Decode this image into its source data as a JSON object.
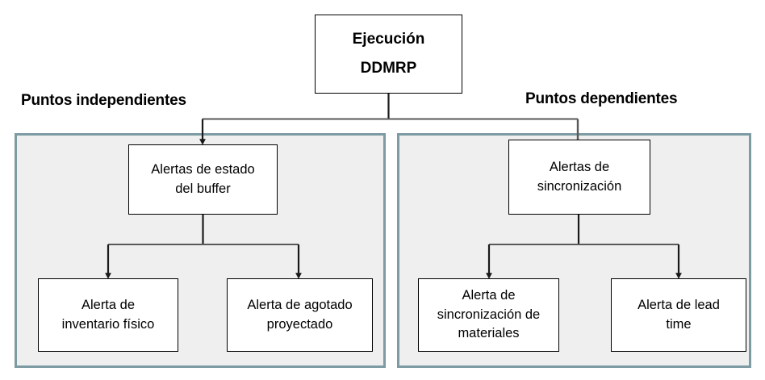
{
  "diagram": {
    "type": "flowchart",
    "root": {
      "label": "Ejecución\nDDMRP"
    },
    "groups": [
      {
        "id": "independientes",
        "title": "Puntos independientes",
        "parent": {
          "label": "Alertas de estado\ndel buffer"
        },
        "children": [
          {
            "label": "Alerta de\ninventario físico"
          },
          {
            "label": "Alerta de agotado\nproyectado"
          }
        ]
      },
      {
        "id": "dependientes",
        "title": "Puntos dependientes",
        "parent": {
          "label": "Alertas de\nsincronización"
        },
        "children": [
          {
            "label": "Alerta de\nsincronización de\nmateriales"
          },
          {
            "label": "Alerta de lead\ntime"
          }
        ]
      }
    ],
    "colors": {
      "panel_fill": "#efefef",
      "panel_border": "#7d9ba3",
      "node_fill": "#ffffff",
      "node_border": "#000000",
      "connector": "#404040",
      "text": "#000000",
      "background": "#ffffff"
    }
  }
}
